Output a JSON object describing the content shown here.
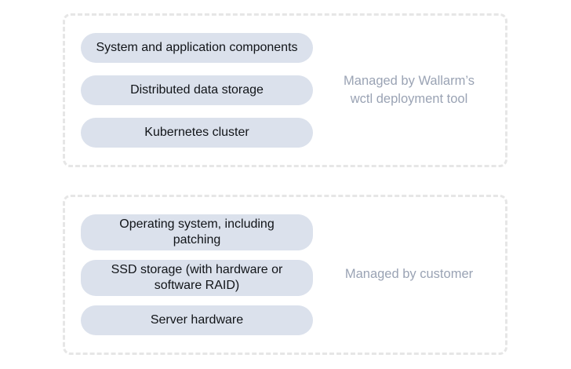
{
  "colors": {
    "background": "#ffffff",
    "pill_background": "#dbe1ec",
    "pill_text": "#111418",
    "caption_text": "#9aa3b4",
    "dashed_border": "#e6e6e6"
  },
  "groups": [
    {
      "label": "Managed by Wallarm’s\nwctl deployment tool",
      "items": [
        "System and application components",
        "Distributed data storage",
        "Kubernetes cluster"
      ]
    },
    {
      "label": "Managed by customer",
      "items": [
        "Operating system, including\npatching",
        "SSD storage (with hardware or\nsoftware RAID)",
        "Server hardware"
      ]
    }
  ]
}
